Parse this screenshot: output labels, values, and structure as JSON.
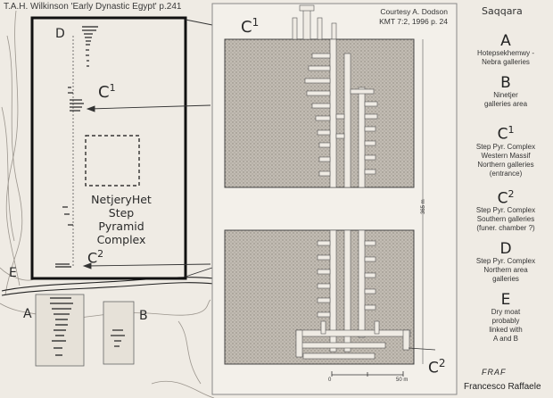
{
  "source_citation": "T.A.H. Wilkinson 'Early Dynastic Egypt' p.241",
  "courtesy": {
    "line1": "Courtesy  A. Dodson",
    "line2": "KMT 7:2, 1996 p. 24"
  },
  "region_title": "Saqqara",
  "map_labels": {
    "d": "D",
    "c1": "C",
    "c1_sup": "1",
    "c2": "C",
    "c2_sup": "2",
    "e": "E",
    "a": "A",
    "b": "B",
    "complex_name": [
      "NetjeryHet",
      "Step Pyramid",
      "Complex"
    ]
  },
  "plan_labels": {
    "c1": "C",
    "c1_sup": "1",
    "c2": "C",
    "c2_sup": "2",
    "scale_0": "0",
    "scale_50": "50 m",
    "width_note": "365 m"
  },
  "legend": [
    {
      "letter": "A",
      "sup": "",
      "desc": [
        "Hotepsekhemwy -",
        "Nebra  galleries"
      ]
    },
    {
      "letter": "B",
      "sup": "",
      "desc": [
        "Ninetjer",
        "galleries area"
      ]
    },
    {
      "letter": "C",
      "sup": "1",
      "desc": [
        "Step Pyr. Complex",
        "Western Massif",
        "Northern galleries",
        "(entrance)"
      ]
    },
    {
      "letter": "C",
      "sup": "2",
      "desc": [
        "Step Pyr. Complex",
        "Southern galleries",
        "(funer. chamber ?)"
      ]
    },
    {
      "letter": "D",
      "sup": "",
      "desc": [
        "Step Pyr. Complex",
        "Northern  area",
        "galleries"
      ]
    },
    {
      "letter": "E",
      "sup": "",
      "desc": [
        "Dry moat",
        "probably",
        "linked  with",
        "A and B"
      ]
    }
  ],
  "signature_monogram": "FRAF",
  "author": "Francesco Raffaele",
  "colors": {
    "paper": "#efebe4",
    "ink": "#1a1a1a",
    "stipple": "#b9b3aa",
    "galleries": "#efebe4"
  }
}
